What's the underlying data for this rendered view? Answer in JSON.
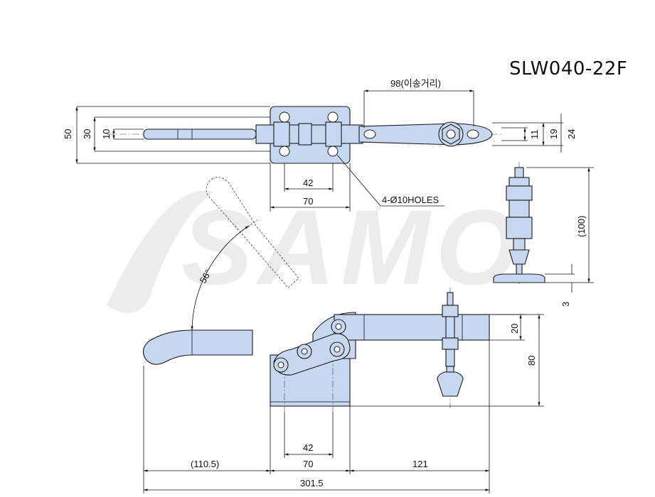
{
  "title": "SLW040-22F",
  "watermark": "SAMO",
  "top_view": {
    "dims": {
      "travel": "98(이송거리)",
      "height_50": "50",
      "height_30": "30",
      "height_10": "10",
      "hole_42": "42",
      "base_70": "70",
      "holes_note": "4-Ø10HOLES",
      "w_11": "11",
      "w_19": "19",
      "w_24": "24"
    }
  },
  "side_view": {
    "dims": {
      "height_100": "(100)",
      "thick_3": "3"
    }
  },
  "front_view": {
    "dims": {
      "angle": "56°",
      "arm_20": "20",
      "height_80": "80",
      "hole_42": "42",
      "base_70": "70",
      "handle_1105": "(110.5)",
      "reach_121": "121",
      "total_3015": "301.5"
    }
  }
}
